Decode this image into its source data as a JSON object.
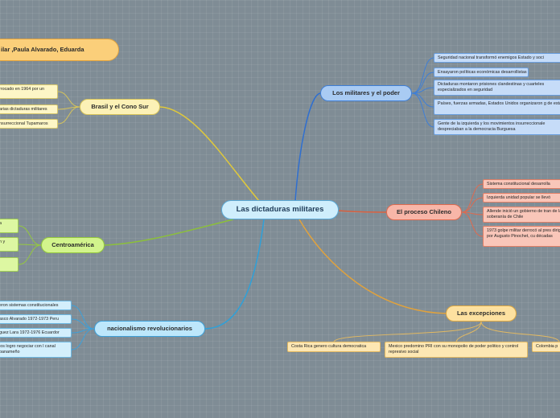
{
  "central": {
    "label": "Las dictaduras militares"
  },
  "authors": {
    "label": "ilar ,Paula Alvarado, Eduarda"
  },
  "branches": {
    "militares": {
      "label": "Los militares y el poder",
      "items": [
        "Seguridad nacional transformó enemigos Estado y soci",
        "Ensayaron políticas económicas desarrollistas",
        "Dictaduras montaron prisiones clandestinas  y cuarteles especializados en seguridad",
        "Países, fuerzas armadas, Estados Unidos organizaron g de estado",
        "Gente de la izquierda y los movimientos insurreccionale despreciaban a la democracia Burguesa"
      ]
    },
    "chileno": {
      "label": "El proceso Chileno",
      "items": [
        "Sistema constitucional desarrolla",
        "Izquierda unidad popular se llevó",
        "Allende inició un gobierno de tran de la soberanía de Chile",
        "1973 golpe militar derrocó al pres dirigida por Augusto Pinochet, cu décadas"
      ]
    },
    "excepciones": {
      "label": "Las excepciones",
      "items": [
        "Costa Rica genero cultura democratica",
        "Mexico predomino PRI con su monopolio de poder politico y control represivo social",
        "Colombia p"
      ]
    },
    "nacionalismo": {
      "label": "nacionalismo revolucionarios",
      "items": [
        "eron sistemas constitucionales",
        "asco Alvarado 1972-1973 Peru",
        "guez Lara 1972-1976 Ecuardor",
        "jos logro negociar con l canal panameño"
      ]
    },
    "centroamerica": {
      "label": "Centroamérica",
      "items": [
        "a",
        "n y",
        ""
      ]
    },
    "brasil": {
      "label": "Brasil y el Cono Sur",
      "items": [
        "rrocado en 1964 por un",
        "arias dictaduras militares",
        "nsurreccional Tupamaros"
      ]
    }
  },
  "colors": {
    "blue": "#3f7fd6",
    "red": "#de6a4f",
    "orange": "#e0a23d",
    "cyan": "#3ea0d8",
    "green": "#94c83e",
    "yellow": "#d7c45a"
  }
}
